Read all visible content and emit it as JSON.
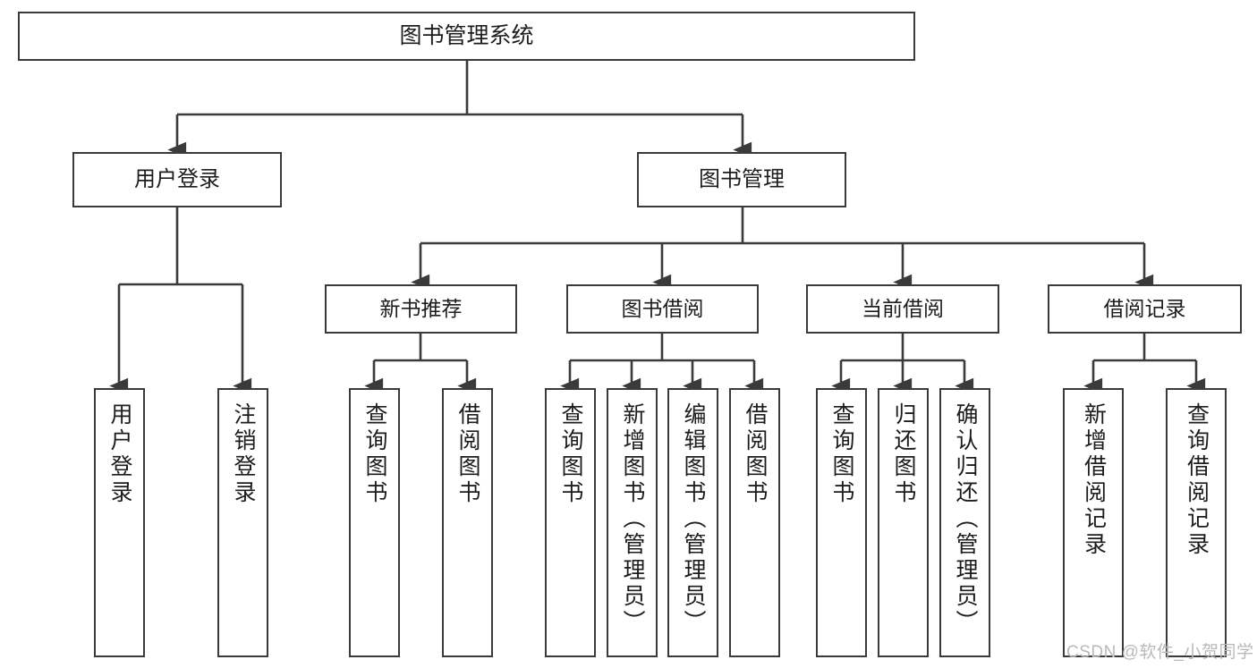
{
  "diagram": {
    "type": "tree-hierarchy",
    "title": "图书管理系统",
    "orientation": "top-down",
    "colors": {
      "node_border": "#3a3a3a",
      "node_fill": "#ffffff",
      "connector": "#3a3a3a",
      "text": "#1d1d1d",
      "watermark": "#b9b9b9",
      "background": "#ffffff"
    },
    "root": {
      "label": "图书管理系统"
    },
    "level1": [
      {
        "id": "user-login",
        "label": "用户登录"
      },
      {
        "id": "book-manage",
        "label": "图书管理"
      }
    ],
    "level2": [
      {
        "id": "new-book-rec",
        "label": "新书推荐"
      },
      {
        "id": "book-borrow",
        "label": "图书借阅"
      },
      {
        "id": "current-borrow",
        "label": "当前借阅"
      },
      {
        "id": "borrow-record",
        "label": "借阅记录"
      }
    ],
    "leaves": {
      "user_login": [
        {
          "id": "leaf-user-login",
          "label": "用户登录"
        },
        {
          "id": "leaf-logout",
          "label": "注销登录"
        }
      ],
      "new_book_rec": [
        {
          "id": "leaf-query-book-1",
          "label": "查询图书"
        },
        {
          "id": "leaf-borrow-book-1",
          "label": "借阅图书"
        }
      ],
      "book_borrow": [
        {
          "id": "leaf-query-book-2",
          "label": "查询图书"
        },
        {
          "id": "leaf-add-book",
          "label": "新增图书（管理员）"
        },
        {
          "id": "leaf-edit-book",
          "label": "编辑图书（管理员）"
        },
        {
          "id": "leaf-borrow-book-2",
          "label": "借阅图书"
        }
      ],
      "current_borrow": [
        {
          "id": "leaf-query-book-3",
          "label": "查询图书"
        },
        {
          "id": "leaf-return-book",
          "label": "归还图书"
        },
        {
          "id": "leaf-confirm-return",
          "label": "确认归还（管理员）"
        }
      ],
      "borrow_record": [
        {
          "id": "leaf-add-record",
          "label": "新增借阅记录"
        },
        {
          "id": "leaf-query-record",
          "label": "查询借阅记录"
        }
      ]
    },
    "watermark": "CSDN @软件_小贺同学"
  }
}
